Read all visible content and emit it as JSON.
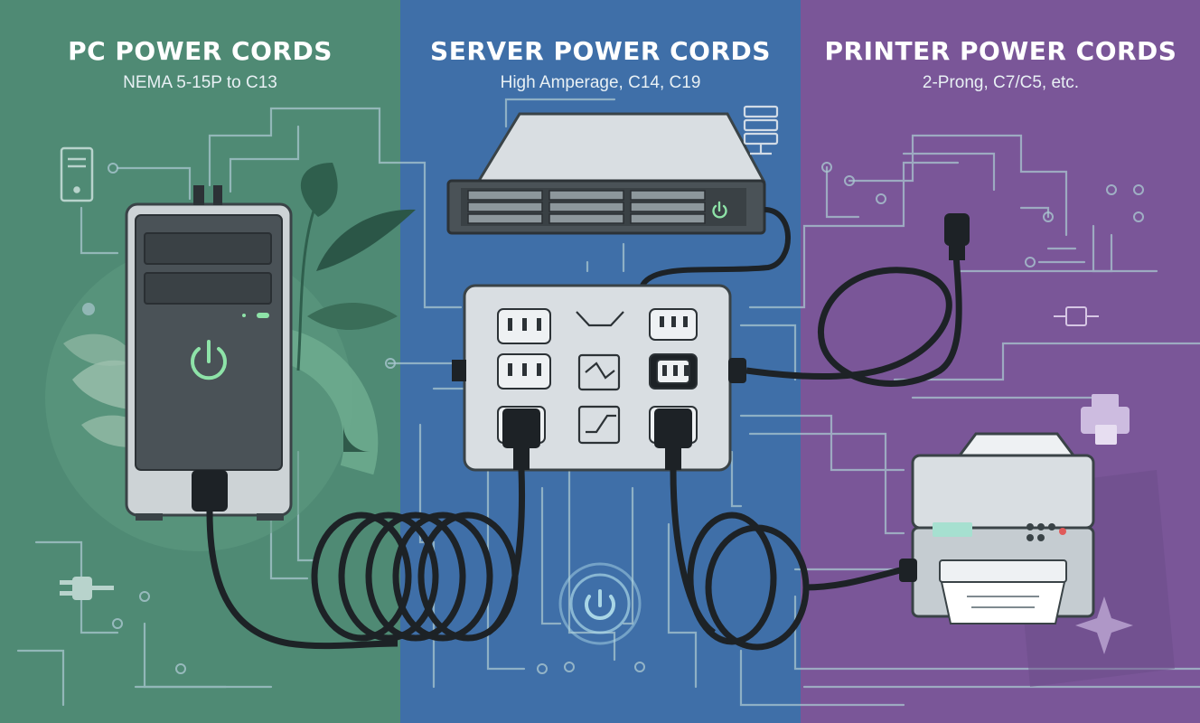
{
  "colors": {
    "pc_bg": "#4f8a74",
    "server_bg": "#3f6fa8",
    "printer_bg": "#7a5698",
    "line": "#a9c6cf",
    "cord": "#1d2226",
    "device": "#d9dee2",
    "power_glow": "#8ee3a8"
  },
  "panels": [
    {
      "id": "pc",
      "title": "PC POWER CORDS",
      "subtitle": "NEMA 5-15P to C13"
    },
    {
      "id": "server",
      "title": "SERVER POWER CORDS",
      "subtitle": "High Amperage, C14, C19"
    },
    {
      "id": "printer",
      "title": "PRINTER POWER CORDS",
      "subtitle": "2-Prong, C7/C5, etc."
    }
  ],
  "icons": [
    "computer-tower-icon",
    "server-rack-icon",
    "printer-icon",
    "power-symbol-icon",
    "leaf-icon",
    "wall-plug-icon"
  ]
}
